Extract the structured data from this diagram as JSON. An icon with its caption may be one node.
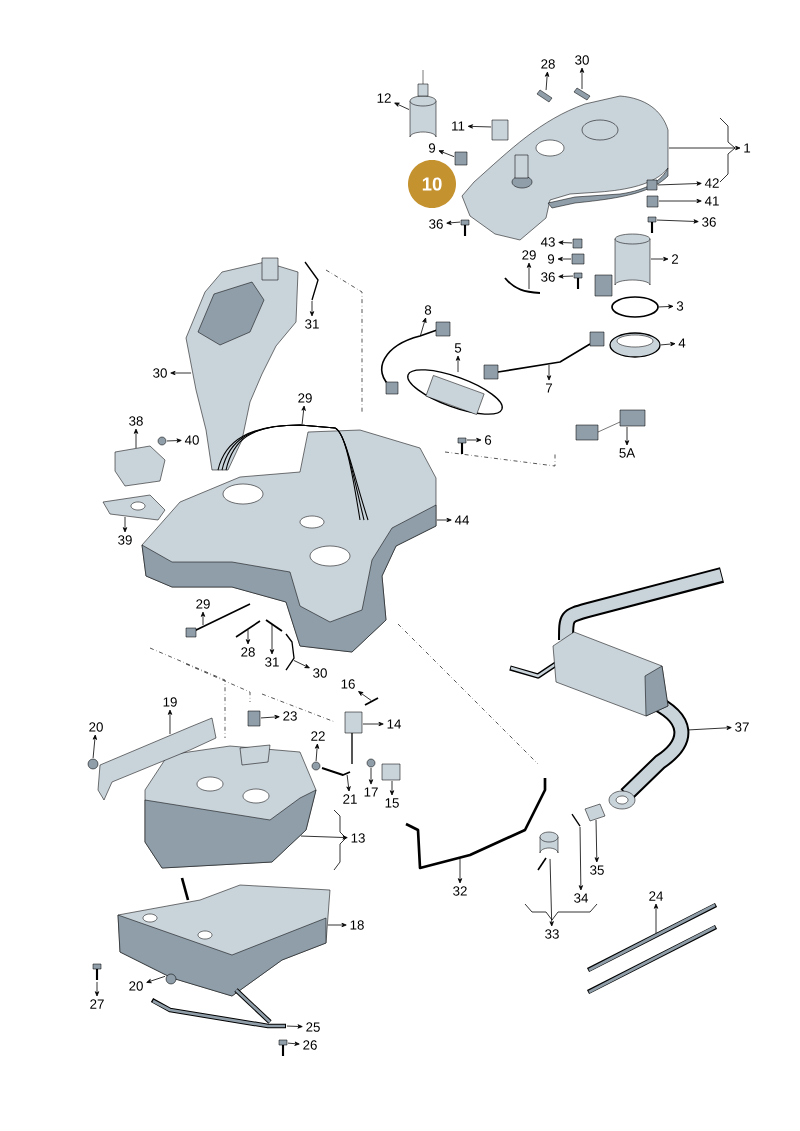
{
  "diagram": {
    "nodes": [
      {
        "text": [
          "28"
        ]
      },
      {
        "text": [
          "30"
        ]
      },
      {
        "text": [
          "12"
        ]
      },
      {
        "text": [
          "11"
        ]
      },
      {
        "text": [
          "9"
        ]
      },
      {
        "text": [
          "10"
        ]
      },
      {
        "text": [
          "1"
        ]
      },
      {
        "text": [
          "42"
        ]
      },
      {
        "text": [
          "41"
        ]
      },
      {
        "text": [
          "36"
        ]
      },
      {
        "text": [
          "36"
        ]
      },
      {
        "text": [
          "43"
        ]
      },
      {
        "text": [
          "9"
        ]
      },
      {
        "text": [
          "36"
        ]
      },
      {
        "text": [
          "2"
        ]
      },
      {
        "text": [
          "29"
        ]
      },
      {
        "text": [
          "3"
        ]
      },
      {
        "text": [
          "8"
        ]
      },
      {
        "text": [
          "4"
        ]
      },
      {
        "text": [
          "5"
        ]
      },
      {
        "text": [
          "31"
        ]
      },
      {
        "text": [
          "30"
        ]
      },
      {
        "text": [
          "7"
        ]
      },
      {
        "text": [
          "29"
        ]
      },
      {
        "text": [
          "38"
        ]
      },
      {
        "text": [
          "40"
        ]
      },
      {
        "text": [
          "6"
        ]
      },
      {
        "text": [
          "5A"
        ]
      },
      {
        "text": [
          "39"
        ]
      },
      {
        "text": [
          "44"
        ]
      },
      {
        "text": [
          "29"
        ]
      },
      {
        "text": [
          "28"
        ]
      },
      {
        "text": [
          "31"
        ]
      },
      {
        "text": [
          "30"
        ]
      },
      {
        "text": [
          "16"
        ]
      },
      {
        "text": [
          "19"
        ]
      },
      {
        "text": [
          "23"
        ]
      },
      {
        "text": [
          "14"
        ]
      },
      {
        "text": [
          "37"
        ]
      },
      {
        "text": [
          "20"
        ]
      },
      {
        "text": [
          "22"
        ]
      },
      {
        "text": [
          "21"
        ]
      },
      {
        "text": [
          "17"
        ]
      },
      {
        "text": [
          "15"
        ]
      },
      {
        "text": [
          "13"
        ]
      },
      {
        "text": [
          "35"
        ]
      },
      {
        "text": [
          "32"
        ]
      },
      {
        "text": [
          "34"
        ]
      },
      {
        "text": [
          "18"
        ]
      },
      {
        "text": [
          "33"
        ]
      },
      {
        "text": [
          "24"
        ]
      },
      {
        "text": [
          "20"
        ]
      },
      {
        "text": [
          "27"
        ]
      },
      {
        "text": [
          "25"
        ]
      },
      {
        "text": [
          "26"
        ]
      },
      {
        "text": [],
        "shape": "picture"
      },
      {
        "text": [],
        "shape": "picture"
      },
      {
        "text": [],
        "shape": "cylinder"
      },
      {
        "text": [],
        "shape": "box"
      },
      {
        "text": [],
        "shape": "box"
      },
      {
        "text": [],
        "shape": "picture"
      },
      {
        "text": [],
        "shape": "box"
      },
      {
        "text": [],
        "shape": "box"
      },
      {
        "text": [],
        "shape": "picture"
      },
      {
        "text": [],
        "shape": "picture"
      },
      {
        "text": [],
        "shape": "box"
      },
      {
        "text": [],
        "shape": "box"
      },
      {
        "text": [],
        "shape": "picture"
      },
      {
        "text": [],
        "shape": "cylinder"
      },
      {
        "text": [],
        "shape": "picture"
      },
      {
        "text": [],
        "shape": "circle"
      },
      {
        "text": [],
        "shape": "picture"
      },
      {
        "text": [],
        "shape": "picture"
      },
      {
        "text": [],
        "shape": "picture"
      },
      {
        "text": [],
        "shape": "picture"
      },
      {
        "text": [],
        "shape": "picture"
      },
      {
        "text": [],
        "shape": "picture"
      },
      {
        "text": [],
        "shape": "picture"
      },
      {
        "text": [],
        "shape": "picture"
      },
      {
        "text": [],
        "shape": "circle"
      },
      {
        "text": [],
        "shape": "picture"
      },
      {
        "text": [],
        "shape": "picture"
      },
      {
        "text": [],
        "shape": "picture"
      },
      {
        "text": [],
        "shape": "picture"
      },
      {
        "text": [],
        "shape": "picture"
      },
      {
        "text": [],
        "shape": "picture"
      },
      {
        "text": [],
        "shape": "picture"
      },
      {
        "text": [],
        "shape": "picture"
      },
      {
        "text": [],
        "shape": "picture"
      },
      {
        "text": [],
        "shape": "picture"
      },
      {
        "text": [],
        "shape": "box"
      },
      {
        "text": [],
        "shape": "picture"
      },
      {
        "text": [],
        "shape": "picture"
      },
      {
        "text": [],
        "shape": "circle"
      },
      {
        "text": [],
        "shape": "circle"
      },
      {
        "text": [],
        "shape": "picture"
      },
      {
        "text": [],
        "shape": "circle"
      },
      {
        "text": [],
        "shape": "box"
      },
      {
        "text": [],
        "shape": "picture"
      },
      {
        "text": [],
        "shape": "picture"
      },
      {
        "text": [],
        "shape": "picture"
      },
      {
        "text": [],
        "shape": "picture"
      },
      {
        "text": [],
        "shape": "picture"
      },
      {
        "text": [],
        "shape": "cylinder"
      },
      {
        "text": [],
        "shape": "picture"
      },
      {
        "text": [],
        "shape": "circle"
      },
      {
        "text": [],
        "shape": "picture"
      },
      {
        "text": [],
        "shape": "picture"
      },
      {
        "text": [],
        "shape": "picture"
      }
    ],
    "edges": [
      {
        "from": 55,
        "to": 0,
        "arrow": "to"
      },
      {
        "from": 56,
        "to": 1,
        "arrow": "to"
      },
      {
        "from": 57,
        "to": 2,
        "arrow": "to"
      },
      {
        "from": 58,
        "to": 3,
        "arrow": "to"
      },
      {
        "from": 59,
        "to": 4,
        "arrow": "to"
      },
      {
        "from": 60,
        "to": 6,
        "arrow": "to"
      },
      {
        "from": 61,
        "to": 7,
        "arrow": "to"
      },
      {
        "from": 62,
        "to": 8,
        "arrow": "to"
      },
      {
        "from": 63,
        "to": 9,
        "arrow": "to"
      },
      {
        "from": 64,
        "to": 10,
        "arrow": "to"
      },
      {
        "from": 65,
        "to": 11,
        "arrow": "to"
      },
      {
        "from": 66,
        "to": 12,
        "arrow": "to"
      },
      {
        "from": 67,
        "to": 13,
        "arrow": "to"
      },
      {
        "from": 68,
        "to": 14,
        "arrow": "to"
      },
      {
        "from": 69,
        "to": 15,
        "arrow": "to"
      },
      {
        "from": 70,
        "to": 16,
        "arrow": "to"
      },
      {
        "from": 71,
        "to": 17,
        "arrow": "to"
      },
      {
        "from": 72,
        "to": 18,
        "arrow": "to"
      },
      {
        "from": 73,
        "to": 19,
        "arrow": "to"
      },
      {
        "from": 74,
        "to": 20,
        "arrow": "to"
      },
      {
        "from": 75,
        "to": 21,
        "arrow": "to"
      },
      {
        "from": 76,
        "to": 22,
        "arrow": "to"
      },
      {
        "from": 77,
        "to": 23,
        "arrow": "to"
      },
      {
        "from": 78,
        "to": 24,
        "arrow": "to"
      },
      {
        "from": 79,
        "to": 25,
        "arrow": "to"
      },
      {
        "from": 80,
        "to": 26,
        "arrow": "to"
      },
      {
        "from": 81,
        "to": 27,
        "arrow": "to"
      },
      {
        "from": 82,
        "to": 28,
        "arrow": "to"
      },
      {
        "from": 83,
        "to": 29,
        "arrow": "to"
      },
      {
        "from": 84,
        "to": 30,
        "arrow": "to"
      },
      {
        "from": 85,
        "to": 31,
        "arrow": "to"
      },
      {
        "from": 86,
        "to": 32,
        "arrow": "to"
      },
      {
        "from": 87,
        "to": 33,
        "arrow": "to"
      },
      {
        "from": 88,
        "to": 34,
        "arrow": "to"
      },
      {
        "from": 89,
        "to": 35,
        "arrow": "to"
      },
      {
        "from": 90,
        "to": 36,
        "arrow": "to"
      },
      {
        "from": 91,
        "to": 37,
        "arrow": "to"
      },
      {
        "from": 92,
        "to": 38,
        "arrow": "to"
      },
      {
        "from": 93,
        "to": 39,
        "arrow": "to"
      },
      {
        "from": 94,
        "to": 40,
        "arrow": "to"
      },
      {
        "from": 95,
        "to": 41,
        "arrow": "to"
      },
      {
        "from": 96,
        "to": 42,
        "arrow": "to"
      },
      {
        "from": 97,
        "to": 43,
        "arrow": "to"
      },
      {
        "from": 98,
        "to": 44,
        "arrow": "to"
      },
      {
        "from": 99,
        "to": 45,
        "arrow": "to"
      },
      {
        "from": 100,
        "to": 46,
        "arrow": "to"
      },
      {
        "from": 101,
        "to": 47,
        "arrow": "to"
      },
      {
        "from": 102,
        "to": 48,
        "arrow": "to"
      },
      {
        "from": 103,
        "to": 49,
        "arrow": "to"
      },
      {
        "from": 104,
        "to": 50,
        "arrow": "to"
      },
      {
        "from": 105,
        "to": 51,
        "arrow": "to"
      },
      {
        "from": 106,
        "to": 52,
        "arrow": "to"
      },
      {
        "from": 107,
        "to": 53,
        "arrow": "to"
      },
      {
        "from": 108,
        "to": 54,
        "arrow": "to"
      }
    ]
  }
}
